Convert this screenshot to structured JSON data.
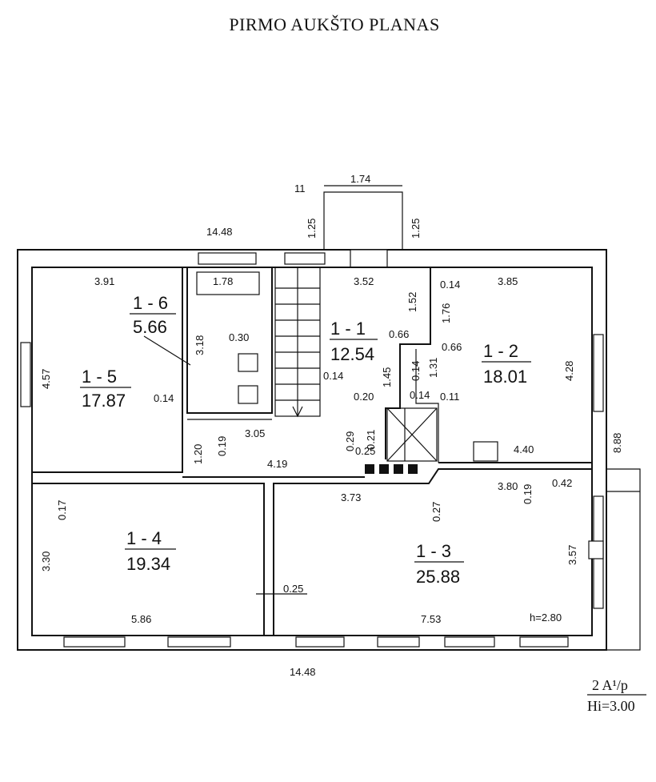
{
  "title": "PIRMO AUKŠTO PLANAS",
  "rooms": {
    "r11": {
      "id": "1 - 1",
      "area": "12.54"
    },
    "r12": {
      "id": "1 - 2",
      "area": "18.01"
    },
    "r13": {
      "id": "1 - 3",
      "area": "25.88"
    },
    "r14": {
      "id": "1 - 4",
      "area": "19.34"
    },
    "r15": {
      "id": "1 - 5",
      "area": "17.87"
    },
    "r16": {
      "id": "1 - 6",
      "area": "5.66"
    }
  },
  "dims": {
    "d_11": "11",
    "d_174": "1.74",
    "d_125a": "1.25",
    "d_125b": "1.25",
    "d_1448_top": "14.48",
    "d_391": "3.91",
    "d_178": "1.78",
    "d_352": "3.52",
    "d_014a": "0.14",
    "d_385": "3.85",
    "d_152": "1.52",
    "d_176": "1.76",
    "d_318": "3.18",
    "d_030": "0.30",
    "d_066a": "0.66",
    "d_066b": "0.66",
    "d_457": "4.57",
    "d_145": "1.45",
    "d_014b": "0.14",
    "d_131": "1.31",
    "d_428": "4.28",
    "d_014c": "0.14",
    "d_014d": "0.14",
    "d_020": "0.20",
    "d_011": "0.11",
    "d_019": "0.19",
    "d_305": "3.05",
    "d_029": "0.29",
    "d_021": "0.21",
    "d_025a": "0.25",
    "d_120": "1.20",
    "d_419": "4.19",
    "d_440": "4.40",
    "d_888": "8.88",
    "d_017": "0.17",
    "d_373": "3.73",
    "d_027": "0.27",
    "d_380": "3.80",
    "d_019b": "0.19",
    "d_042": "0.42",
    "d_330": "3.30",
    "d_357": "3.57",
    "d_025b": "0.25",
    "d_586": "5.86",
    "d_753": "7.53",
    "d_h280": "h=2.80",
    "d_1448_bot": "14.48"
  },
  "corner": {
    "line1": "2 A¹/p",
    "line2": "Hi=3.00"
  }
}
